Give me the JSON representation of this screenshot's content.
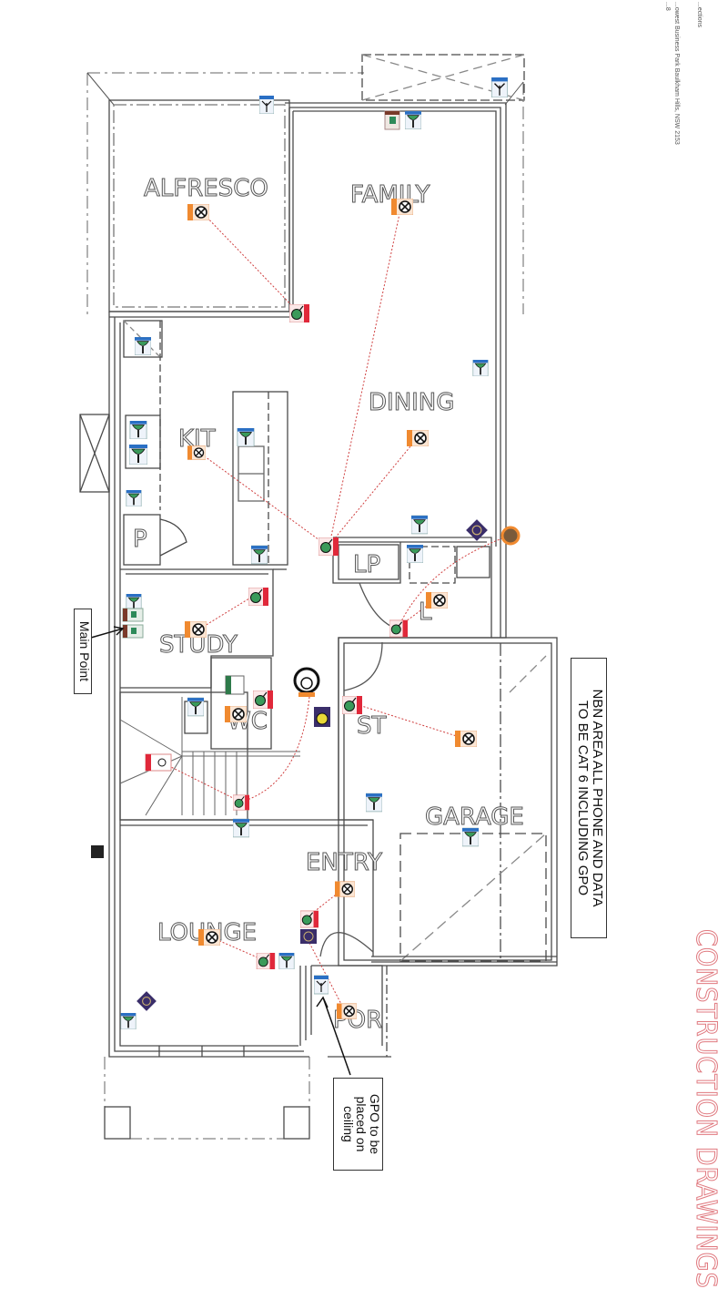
{
  "document": {
    "type": "Electrical floor plan",
    "header_lines": [
      "...ections",
      "...owest Business Park Baulkham Hills, NSW 2153",
      "...8"
    ],
    "stamp": "CONSTRUCTION DRAWINGS"
  },
  "rooms": [
    {
      "id": "alfresco",
      "label": "ALFRESCO"
    },
    {
      "id": "family",
      "label": "FAMILY"
    },
    {
      "id": "dining",
      "label": "DINING"
    },
    {
      "id": "kit",
      "label": "KIT"
    },
    {
      "id": "pantry",
      "label": "P"
    },
    {
      "id": "lp",
      "label": "LP"
    },
    {
      "id": "l",
      "label": "L"
    },
    {
      "id": "study",
      "label": "STUDY"
    },
    {
      "id": "wc",
      "label": "WC"
    },
    {
      "id": "st",
      "label": "ST"
    },
    {
      "id": "garage",
      "label": "GARAGE"
    },
    {
      "id": "entry",
      "label": "ENTRY"
    },
    {
      "id": "lounge",
      "label": "LOUNGE"
    },
    {
      "id": "por",
      "label": "POR"
    }
  ],
  "notes": {
    "nbn": "NBN AREA ALL PHONE AND DATA TO BE CAT 6 INCLUDING GPO",
    "nbn_line1": "NBN AREA ALL PHONE AND DATA",
    "nbn_line2": "TO BE CAT 6 INCLUDING GPO",
    "main_point": "Main Point",
    "gpo_ceiling_line1": "GPO to be",
    "gpo_ceiling_line2": "placed on",
    "gpo_ceiling_line3": "ceiling"
  },
  "symbols": {
    "light": "ceiling-light",
    "switch": "light-switch",
    "gpo": "power-point",
    "tv": "tv-antenna-point",
    "smoke": "smoke-detector",
    "fan": "exhaust-fan",
    "data": "data-point"
  },
  "colors": {
    "wall": "#4a4a4a",
    "light_tag": "#f08a30",
    "switch_tag": "#e0283a",
    "gpo_tag": "#2a6fc4",
    "gpo_body": "#3a9a5a",
    "wire": "#d04040",
    "smoke": "#3a2e6a",
    "stamp": "#e07a80"
  }
}
